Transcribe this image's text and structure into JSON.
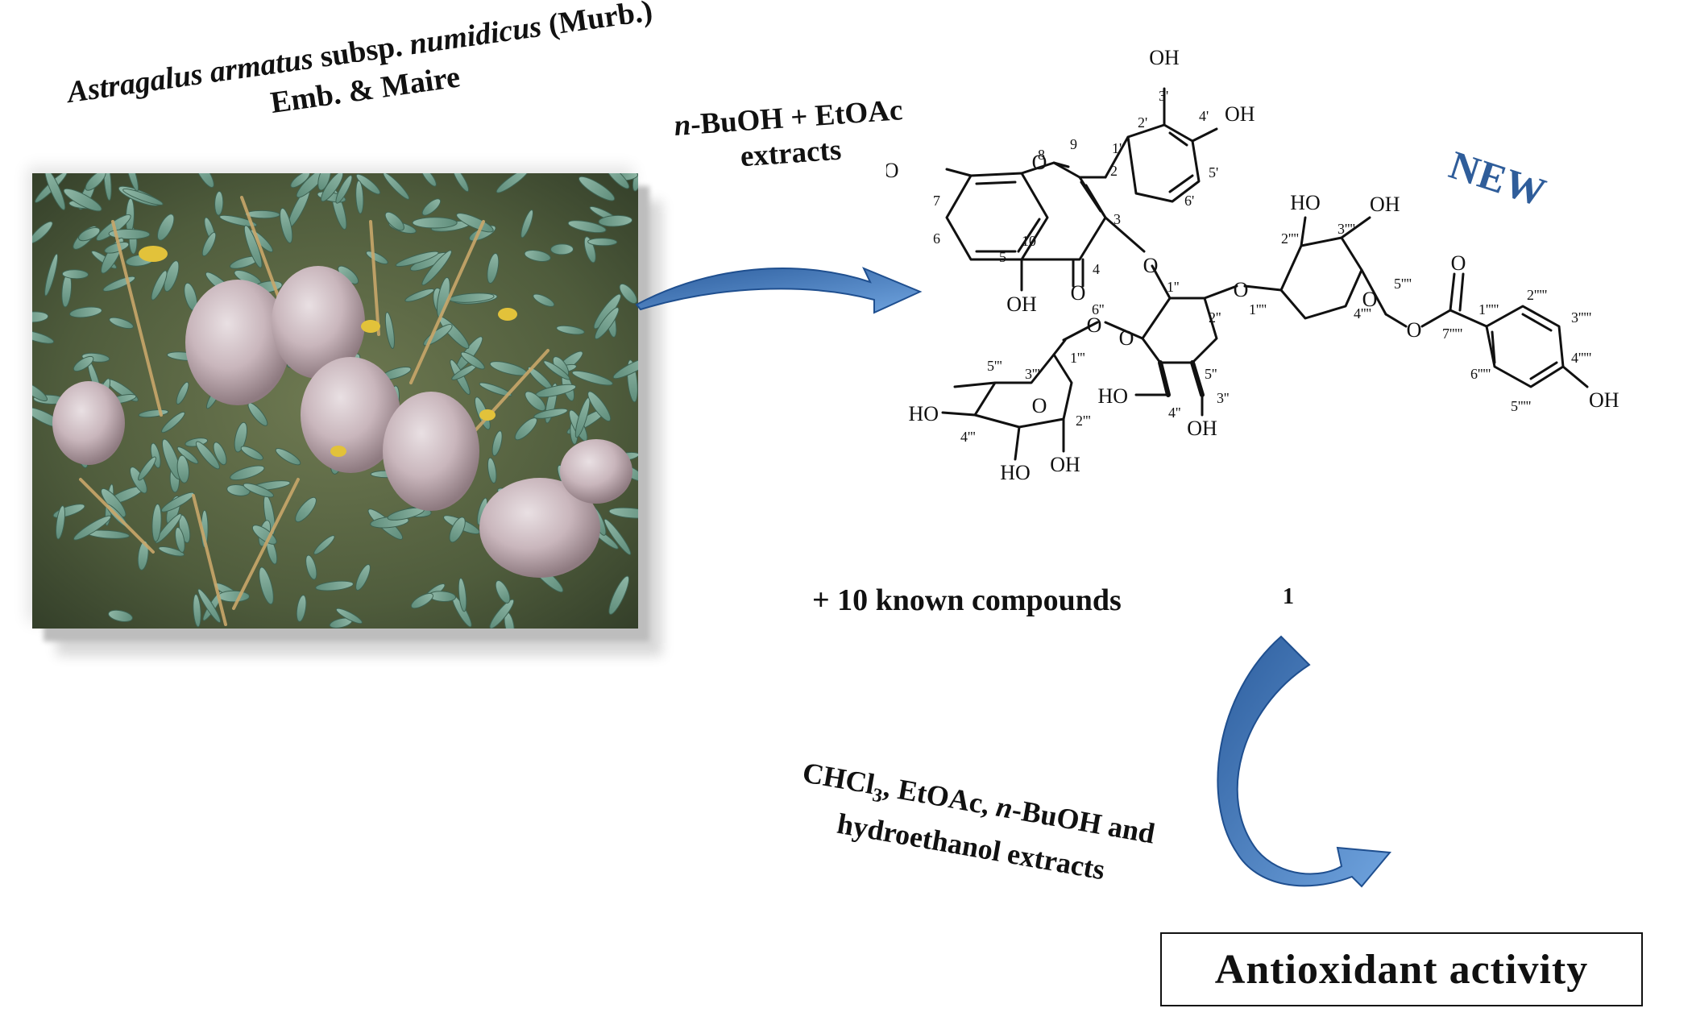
{
  "species": {
    "genus_species": "Astragalus armatus",
    "subsp_word": "subsp.",
    "subsp_name": "numidicus",
    "author1": "(Murb.)",
    "author2": "Emb. & Maire"
  },
  "extraction": {
    "solvent_prefix": "n",
    "solvent_rest": "-BuOH + EtOAc",
    "line2": "extracts"
  },
  "structure": {
    "new_label": "NEW",
    "compound_number": "1",
    "groups": {
      "oh_3p": "OH",
      "oh_4p": "OH",
      "ho_7": "HO",
      "oh_5": "OH",
      "ho_sug": "HO",
      "oh_3pppp": "OH",
      "ho_4pp": "HO",
      "oh_3pp": "OH",
      "ho_4ppp": "HO",
      "ho_3ppp": "HO",
      "oh_2ppp": "OH",
      "oh_4ppppp": "OH"
    },
    "numbers": {
      "n8": "8",
      "n9": "9",
      "n2": "2",
      "n3p": "3'",
      "n4p": "4'",
      "n2p": "2'",
      "n1p": "1'",
      "n6p": "6'",
      "n5p": "5'",
      "n7": "7",
      "n6": "6",
      "n5": "5",
      "n10": "10",
      "n4": "4",
      "n3": "3",
      "n1pp": "1''",
      "n2pp": "2''",
      "n5pp": "5''",
      "n6pp": "6''",
      "n3pp": "3''",
      "n4pp": "4''",
      "n1ppp": "1'''",
      "n2ppp": "2'''",
      "n3ppp": "3'''",
      "n4ppp": "4'''",
      "n5ppp": "5'''",
      "n2pppp": "2''''",
      "n3pppp": "3''''",
      "n1pppp": "1''''",
      "n4pppp": "4''''",
      "n5pppp": "5''''",
      "n7ppppp": "7'''''",
      "n1ppppp": "1'''''",
      "n2ppppp": "2'''''",
      "n3ppppp": "3'''''",
      "n4ppppp": "4'''''",
      "n5ppppp": "5'''''",
      "n6ppppp": "6'''''"
    }
  },
  "known_compounds": "+ 10 known compounds",
  "extraction2": {
    "line1_a": "CHCl",
    "line1_sub": "3",
    "line1_b": ", EtOAc, ",
    "line1_n": "n",
    "line1_c": "-BuOH and",
    "line2": "hydroethanol extracts"
  },
  "result": {
    "label": "Antioxidant activity"
  },
  "colors": {
    "arrow_fill": "#5b8fd0",
    "arrow_edge": "#1f4f8f",
    "new_label": "#2f5d9a"
  }
}
